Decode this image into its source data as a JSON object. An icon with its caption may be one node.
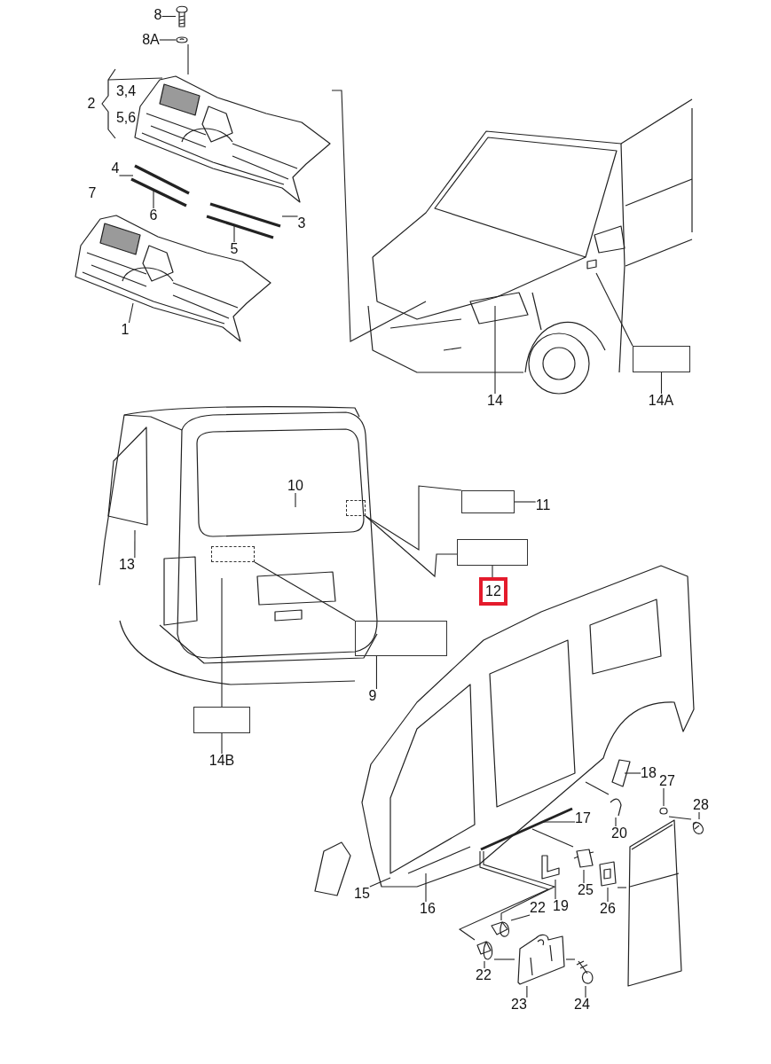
{
  "diagram": {
    "nodes": [
      {
        "text": [
          "8"
        ]
      },
      {
        "text": [
          "8A"
        ]
      },
      {
        "text": [],
        "shape": "picture"
      },
      {
        "text": [
          "4"
        ]
      },
      {
        "text": [
          "6"
        ]
      },
      {
        "text": [
          "3"
        ]
      },
      {
        "text": [
          "5"
        ]
      },
      {
        "text": [
          "1"
        ]
      },
      {
        "text": [
          "14"
        ]
      },
      {
        "text": [],
        "shape": "box"
      },
      {
        "text": [
          "14A"
        ]
      },
      {
        "text": [
          "10"
        ]
      },
      {
        "text": [
          "13"
        ]
      },
      {
        "text": [],
        "shape": "box"
      },
      {
        "text": [
          "11"
        ]
      },
      {
        "text": [],
        "shape": "box"
      },
      {
        "text": [
          "12"
        ]
      },
      {
        "text": [],
        "shape": "box"
      },
      {
        "text": [
          "9"
        ]
      },
      {
        "text": [],
        "shape": "box"
      },
      {
        "text": [
          "14B"
        ]
      },
      {
        "text": [
          "15"
        ]
      },
      {
        "text": [
          "16"
        ]
      },
      {
        "text": [
          "17"
        ]
      },
      {
        "text": [
          "18"
        ]
      },
      {
        "text": [
          "19"
        ]
      },
      {
        "text": [
          "20"
        ]
      },
      {
        "text": [
          "22"
        ]
      },
      {
        "text": [
          "22"
        ]
      },
      {
        "text": [
          "23"
        ]
      },
      {
        "text": [
          "24"
        ]
      },
      {
        "text": [
          "25"
        ]
      },
      {
        "text": [
          "26"
        ]
      },
      {
        "text": [
          "27"
        ]
      },
      {
        "text": [
          "28"
        ]
      },
      {
        "text": [],
        "shape": "picture"
      },
      {
        "text": [],
        "shape": "picture"
      },
      {
        "text": [],
        "shape": "picture"
      },
      {
        "text": [],
        "shape": "picture"
      },
      {
        "text": [],
        "shape": "picture"
      },
      {
        "text": [],
        "shape": "picture"
      },
      {
        "text": [],
        "shape": "picture"
      },
      {
        "text": [],
        "shape": "picture"
      },
      {
        "text": [],
        "shape": "picture"
      },
      {
        "text": [],
        "shape": "picture"
      },
      {
        "text": [],
        "shape": "picture"
      },
      {
        "text": [],
        "shape": "box"
      },
      {
        "text": [],
        "shape": "box"
      },
      {
        "text": [],
        "shape": "picture"
      },
      {
        "text": [],
        "shape": "picture"
      },
      {
        "text": [],
        "shape": "picture"
      },
      {
        "text": [],
        "shape": "picture"
      },
      {
        "text": [],
        "shape": "picture"
      },
      {
        "text": [],
        "shape": "picture"
      },
      {
        "text": [],
        "shape": "picture"
      },
      {
        "text": [],
        "shape": "picture"
      }
    ],
    "edges": [
      {
        "from": 0,
        "to": 40,
        "arrow": "none"
      },
      {
        "from": 1,
        "to": 41,
        "arrow": "none"
      },
      {
        "from": 41,
        "to": 2,
        "arrow": "none"
      },
      {
        "from": 3,
        "to": 42,
        "arrow": "none"
      },
      {
        "from": 4,
        "to": 43,
        "arrow": "none"
      },
      {
        "from": 5,
        "to": 44,
        "arrow": "none"
      },
      {
        "from": 6,
        "to": 45,
        "arrow": "none"
      },
      {
        "from": 7,
        "to": null,
        "arrow": "none"
      },
      {
        "from": 2,
        "to": null,
        "arrow": "none"
      },
      {
        "from": 8,
        "to": null,
        "arrow": "none"
      },
      {
        "from": 10,
        "to": 9,
        "arrow": "none"
      },
      {
        "from": 9,
        "to": null,
        "arrow": "none"
      },
      {
        "from": 11,
        "to": null,
        "arrow": "none"
      },
      {
        "from": 12,
        "to": null,
        "arrow": "none"
      },
      {
        "from": 14,
        "to": 13,
        "arrow": "none"
      },
      {
        "from": 46,
        "to": 13,
        "arrow": "none"
      },
      {
        "from": 46,
        "to": 15,
        "arrow": "none"
      },
      {
        "from": 16,
        "to": 15,
        "arrow": "none"
      },
      {
        "from": 47,
        "to": 17,
        "arrow": "none"
      },
      {
        "from": 18,
        "to": 17,
        "arrow": "none"
      },
      {
        "from": null,
        "to": 19,
        "arrow": "none"
      },
      {
        "from": 20,
        "to": 19,
        "arrow": "none"
      },
      {
        "from": 21,
        "to": null,
        "arrow": "none"
      },
      {
        "from": 22,
        "to": null,
        "arrow": "none"
      },
      {
        "from": 23,
        "to": 48,
        "arrow": "none"
      },
      {
        "from": 24,
        "to": 50,
        "arrow": "none"
      },
      {
        "from": 25,
        "to": 49,
        "arrow": "none"
      },
      {
        "from": 26,
        "to": 51,
        "arrow": "none"
      },
      {
        "from": 27,
        "to": 36,
        "arrow": "none"
      },
      {
        "from": 28,
        "to": 37,
        "arrow": "none"
      },
      {
        "from": 29,
        "to": 38,
        "arrow": "none"
      },
      {
        "from": 30,
        "to": 39,
        "arrow": "none"
      },
      {
        "from": 31,
        "to": 35,
        "arrow": "none"
      },
      {
        "from": 32,
        "to": 52,
        "arrow": "none"
      },
      {
        "from": 33,
        "to": 54,
        "arrow": "none"
      },
      {
        "from": 34,
        "to": 55,
        "arrow": "none"
      },
      {
        "from": 48,
        "to": 35,
        "arrow": "none"
      },
      {
        "from": 48,
        "to": 36,
        "arrow": "none"
      },
      {
        "from": 48,
        "to": 37,
        "arrow": "none"
      },
      {
        "from": 37,
        "to": 38,
        "arrow": "none"
      },
      {
        "from": 39,
        "to": 38,
        "arrow": "none"
      },
      {
        "from": null,
        "to": 51,
        "arrow": "none"
      },
      {
        "from": 52,
        "to": 53,
        "arrow": "none"
      },
      {
        "from": 54,
        "to": 55,
        "arrow": "none"
      }
    ],
    "labels": [
      "2",
      "3,4",
      "5,6",
      "7"
    ]
  }
}
